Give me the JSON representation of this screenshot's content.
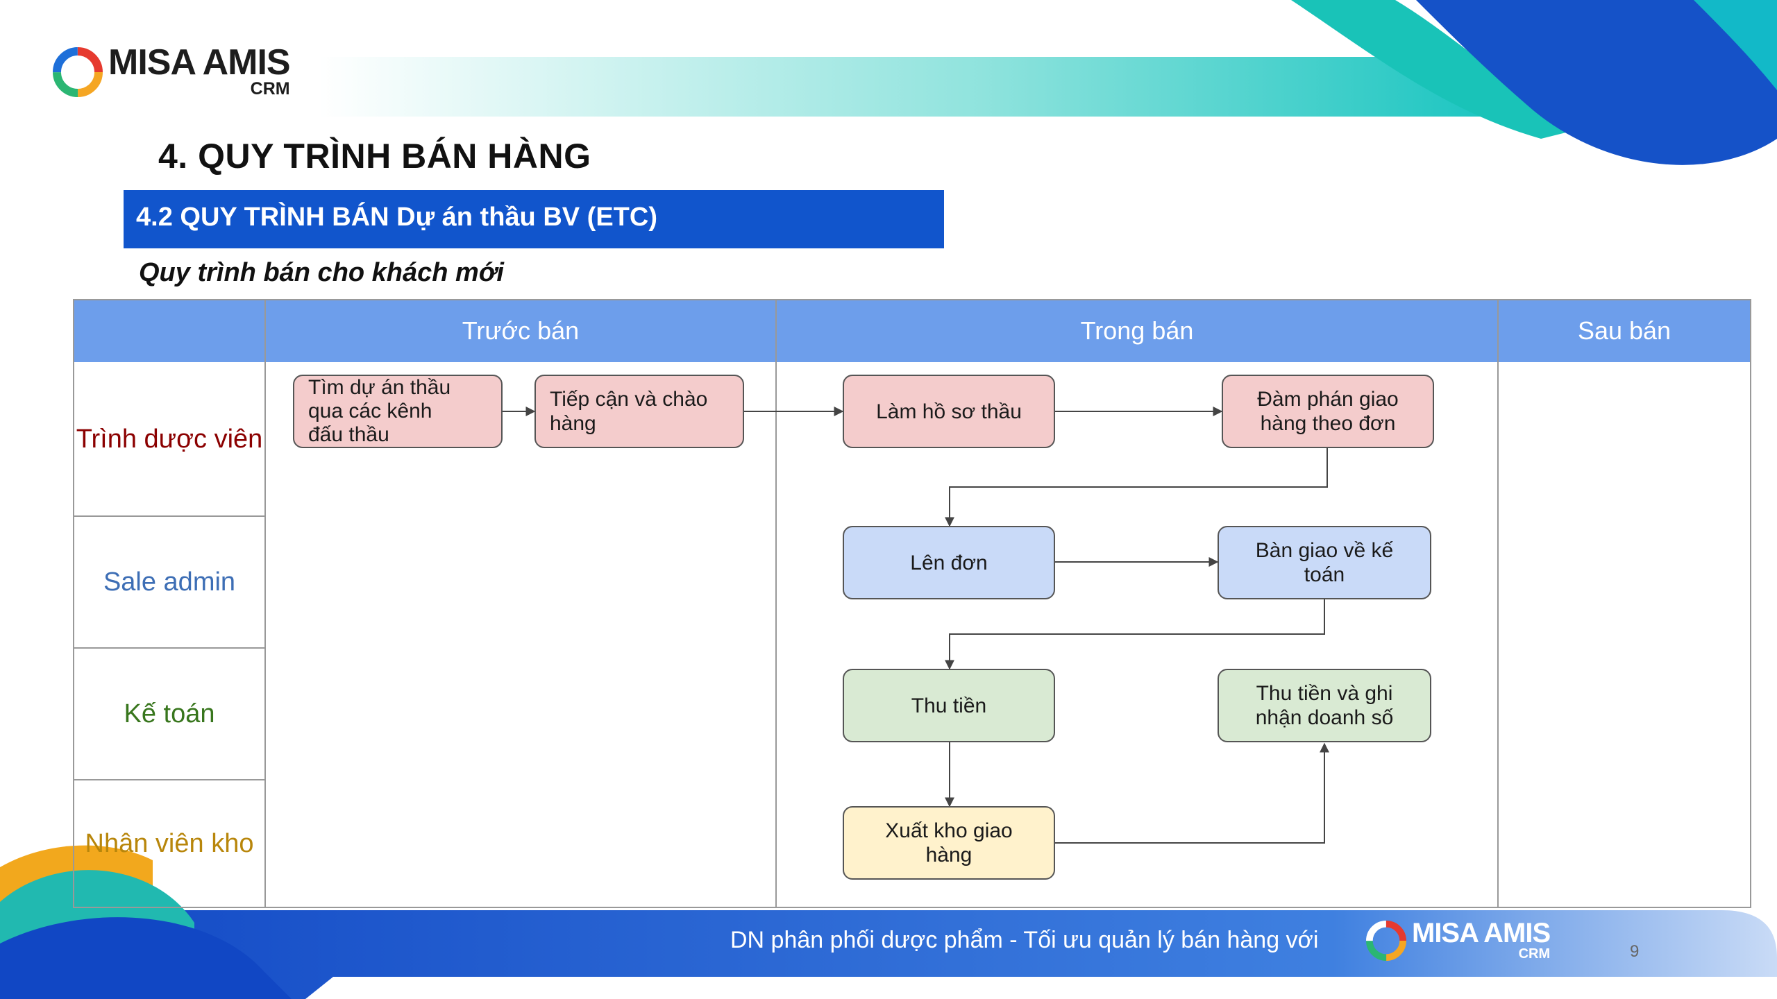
{
  "header": {
    "logo": {
      "brand": "MISA AMIS",
      "product": "CRM"
    },
    "title": "4. QUY TRÌNH BÁN HÀNG",
    "subtitle": "4.2 QUY TRÌNH BÁN Dự án thầu BV (ETC)",
    "caption": "Quy trình bán cho khách mới"
  },
  "diagram": {
    "phases": [
      {
        "label": "Trước bán"
      },
      {
        "label": "Trong bán"
      },
      {
        "label": "Sau bán"
      }
    ],
    "lanes": [
      {
        "label": "Trình dược viên",
        "color": "#8b0000"
      },
      {
        "label": "Sale admin",
        "color": "#3d6eb5"
      },
      {
        "label": "Kế toán",
        "color": "#38761d"
      },
      {
        "label": "Nhân viên kho",
        "color": "#b8860b"
      }
    ],
    "nodes": [
      {
        "id": "n1",
        "lines": [
          "Tìm dự án thầu",
          "qua các kênh",
          "đấu thầu"
        ],
        "fill": "#f4cccc"
      },
      {
        "id": "n2",
        "lines": [
          "Tiếp cận và chào",
          "hàng"
        ],
        "fill": "#f4cccc"
      },
      {
        "id": "n3",
        "lines": [
          "Làm hồ sơ thầu"
        ],
        "fill": "#f4cccc"
      },
      {
        "id": "n4",
        "lines": [
          "Đàm phán giao",
          "hàng theo đơn"
        ],
        "fill": "#f4cccc"
      },
      {
        "id": "n5",
        "lines": [
          "Lên đơn"
        ],
        "fill": "#c9daf8"
      },
      {
        "id": "n6",
        "lines": [
          "Bàn giao về kế",
          "toán"
        ],
        "fill": "#c9daf8"
      },
      {
        "id": "n7",
        "lines": [
          "Thu tiền"
        ],
        "fill": "#d9ead3"
      },
      {
        "id": "n8",
        "lines": [
          "Thu tiền và ghi",
          "nhận doanh số"
        ],
        "fill": "#d9ead3"
      },
      {
        "id": "n9",
        "lines": [
          "Xuất kho giao",
          "hàng"
        ],
        "fill": "#fff2cc"
      }
    ],
    "edges": [
      {
        "from": "n1",
        "to": "n2"
      },
      {
        "from": "n2",
        "to": "n3"
      },
      {
        "from": "n3",
        "to": "n4"
      },
      {
        "from": "n4",
        "to": "n5"
      },
      {
        "from": "n5",
        "to": "n6"
      },
      {
        "from": "n6",
        "to": "n7"
      },
      {
        "from": "n7",
        "to": "n9"
      },
      {
        "from": "n9",
        "to": "n8"
      }
    ],
    "header_color": "#6d9eeb"
  },
  "footer": {
    "text": "DN phân phối dược phẩm - Tối ưu quản lý bán hàng với",
    "logo_brand": "MISA AMIS",
    "logo_product": "CRM",
    "page": "9"
  }
}
